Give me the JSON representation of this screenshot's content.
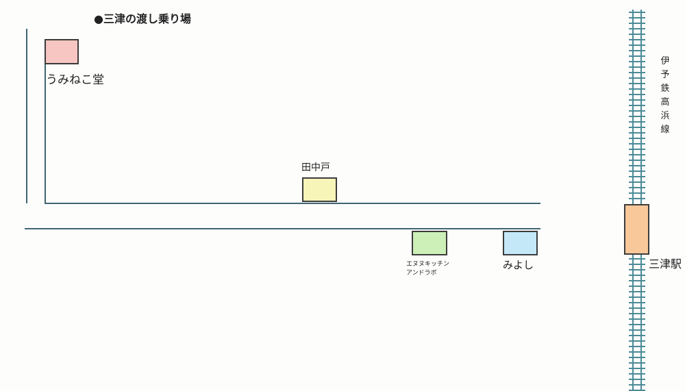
{
  "title": "●三津の渡し乗り場",
  "places": [
    {
      "id": "uminekodo",
      "name": "うみねこ堂",
      "color": "#f8c6c2"
    },
    {
      "id": "tanakado",
      "name": "田中戸",
      "color": "#f8f5b8"
    },
    {
      "id": "enuzu",
      "name": "エヌヌキッチン",
      "name2": "アンドラボ",
      "color": "#cdf0b8"
    },
    {
      "id": "miyoshi",
      "name": "みよし",
      "color": "#c4e8f7"
    }
  ],
  "railway": {
    "line_name": "伊予鉄高浜線",
    "station_name": "三津駅",
    "track_color": "#4a8a96",
    "station_color": "#f8c79a"
  },
  "colors": {
    "road": "#3f6470",
    "border": "#3b3b3b"
  }
}
